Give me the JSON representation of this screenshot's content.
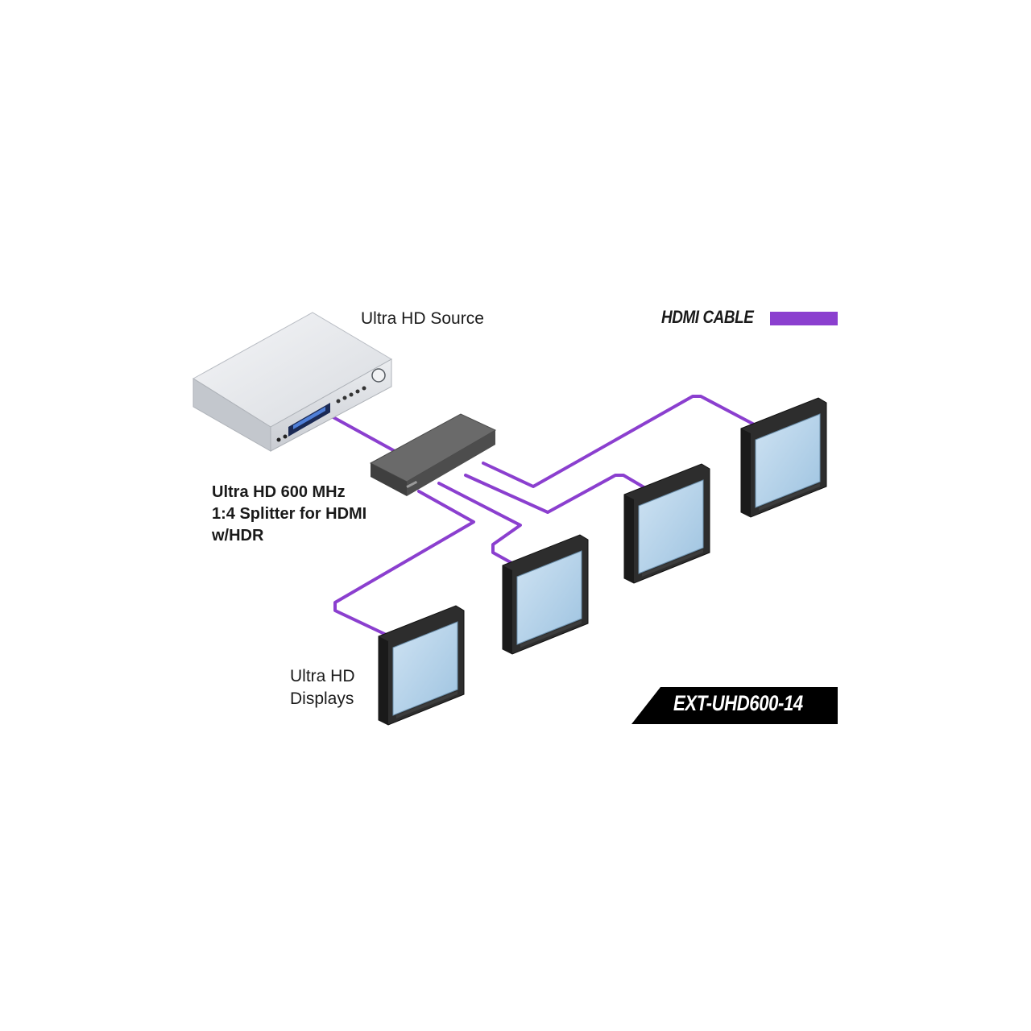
{
  "labels": {
    "source": "Ultra HD Source",
    "splitter_lines": [
      "Ultra HD 600 MHz",
      "1:4 Splitter for HDMI",
      "w/HDR"
    ],
    "displays_lines": [
      "Ultra HD",
      "Displays"
    ]
  },
  "legend": {
    "text": "HDMI CABLE",
    "color": "#8b3fcf"
  },
  "model": "EXT-UHD600-14",
  "colors": {
    "cable": "#8b3fcf",
    "screen": "#b7d4ea",
    "bezel": "#2d2d2d",
    "splitter": "#5a5a5a",
    "source_body": "#e4e6ea",
    "badge": "#000000"
  }
}
